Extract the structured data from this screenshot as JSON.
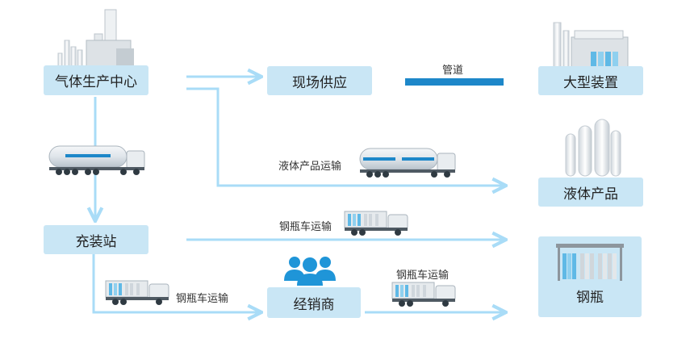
{
  "nodes": {
    "gas_center": "气体生产中心",
    "onsite": "现场供应",
    "large_plant": "大型装置",
    "liquid_products": "液体产品",
    "filling_station": "充装站",
    "distributor": "经销商",
    "cylinders": "钢瓶"
  },
  "edges": {
    "pipeline": "管道",
    "liquid_transport": "液体产品运输",
    "cylinder_transport_1": "钢瓶车运输",
    "cylinder_transport_2": "钢瓶车运输",
    "cylinder_transport_3": "钢瓶车运输"
  },
  "colors": {
    "node_fill": "#c9e6f5",
    "arrow": "#a9dcf7",
    "pipe": "#1d87c9",
    "people": "#1f95d8"
  }
}
